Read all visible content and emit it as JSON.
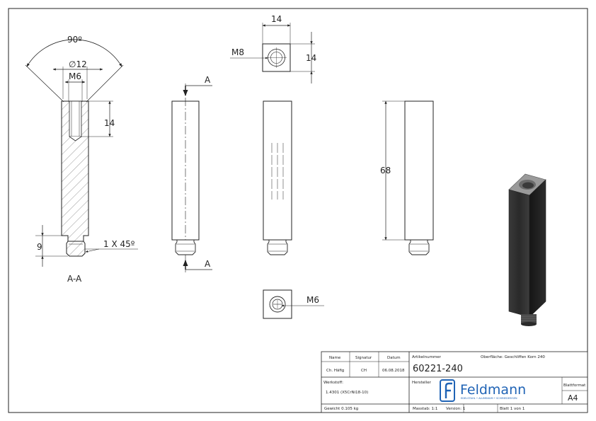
{
  "drawing": {
    "section_label": "A-A",
    "cut_letter": "A",
    "dims": {
      "angle": "90º",
      "diameter": "∅12",
      "thread_top": "M6",
      "depth": "14",
      "end_length": "9",
      "chamfer": "1 X 45º",
      "top_width": "14",
      "top_height": "14",
      "top_thread": "M8",
      "length": "68",
      "bottom_thread": "M6"
    }
  },
  "title_block": {
    "col_name": "Name",
    "col_signature": "Signatur",
    "col_date": "Datum",
    "name_value": "Ch. Häfig",
    "signature_value": "CH",
    "date_value": "06.08.2018",
    "article_label": "Artikelnummer",
    "article_number": "60221-240",
    "surface": "Oberfläche: Geschliffen Korn 240",
    "material_label": "Werkstoff:",
    "material_value": "1.4301 (X5CrNi18-10)",
    "manufacturer_label": "Hersteller",
    "logo_name": "Feldmann",
    "logo_tagline": "EDELSTAHL • ALUMINIUM • SCHMIEDEEISEN",
    "format_label": "Blattformat",
    "format_value": "A4",
    "weight": "Gewicht 0.105 kg",
    "scale": "Masstab: 1:1",
    "version": "Version: 1",
    "sheet": "Blatt 1 von 1"
  },
  "colors": {
    "line": "#222222",
    "logo_blue": "#1f63b5",
    "metal_dark": "#2f2f2f",
    "metal_light": "#8a8a8a"
  }
}
